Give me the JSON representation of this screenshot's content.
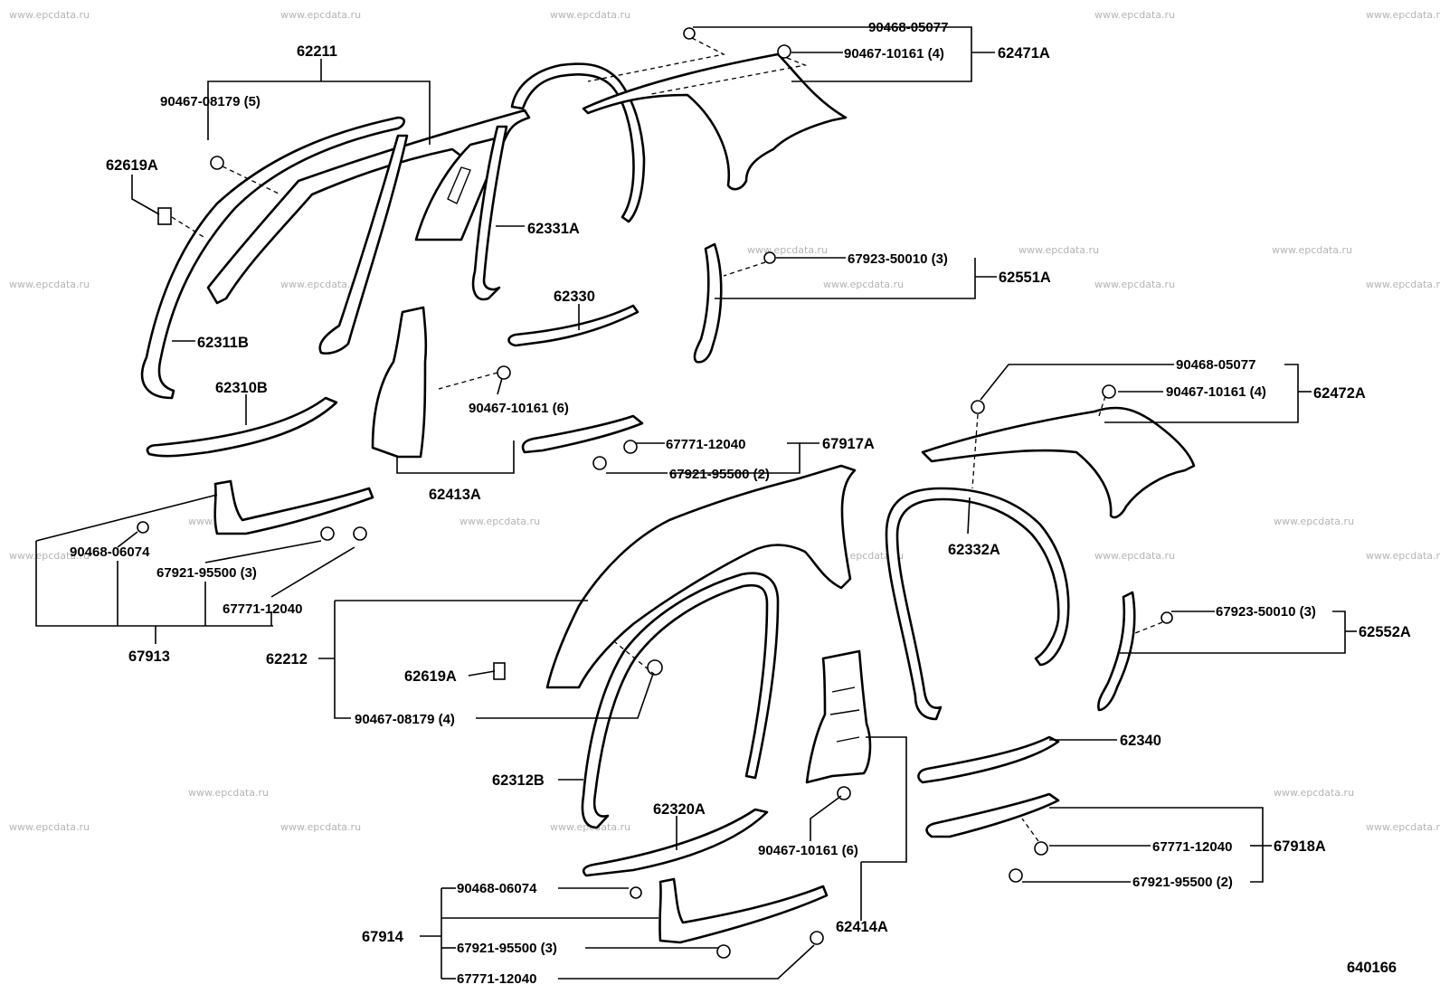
{
  "diagram_number": "640166",
  "watermark": "www.epcdata.ru",
  "labels": {
    "p62211": "62211",
    "f9046708179_5": "90467-08179 (5)",
    "p62619A_top": "62619A",
    "p62311B": "62311B",
    "p62310B": "62310B",
    "p62331A": "62331A",
    "p62330": "62330",
    "f9046810161_6_left": "90467-10161 (6)",
    "p62413A": "62413A",
    "f9046805077_top": "90468-05077",
    "f9046710161_4_top": "90467-10161 (4)",
    "p62471A": "62471A",
    "f6792350010_top": "67923-50010 (3)",
    "p62551A": "62551A",
    "f6777112040_mid": "67771-12040",
    "p67917A": "67917A",
    "f6792195500_2_mid": "67921-95500 (2)",
    "f9046806074_left": "90468-06074",
    "f6792195500_3_left": "67921-95500 (3)",
    "f6777112040_left": "67771-12040",
    "p67913": "67913",
    "p62212": "62212",
    "p62619A_bottom": "62619A",
    "f9046708179_4": "90467-08179 (4)",
    "p62312B": "62312B",
    "p62320A": "62320A",
    "f9046806074_bottom": "90468-06074",
    "p67914": "67914",
    "f6792195500_3_bottom": "67921-95500 (3)",
    "f6777112040_bottom": "67771-12040",
    "f9046805077_right": "90468-05077",
    "f9046710161_4_right": "90467-10161 (4)",
    "p62472A": "62472A",
    "p62332A": "62332A",
    "f6792350010_right": "67923-50010 (3)",
    "p62552A": "62552A",
    "p62340": "62340",
    "f9046710161_6_right": "90467-10161 (6)",
    "p62414A": "62414A",
    "f6777112040_right": "67771-12040",
    "p67918A": "67918A",
    "f6792195500_2_right": "67921-95500 (2)"
  }
}
